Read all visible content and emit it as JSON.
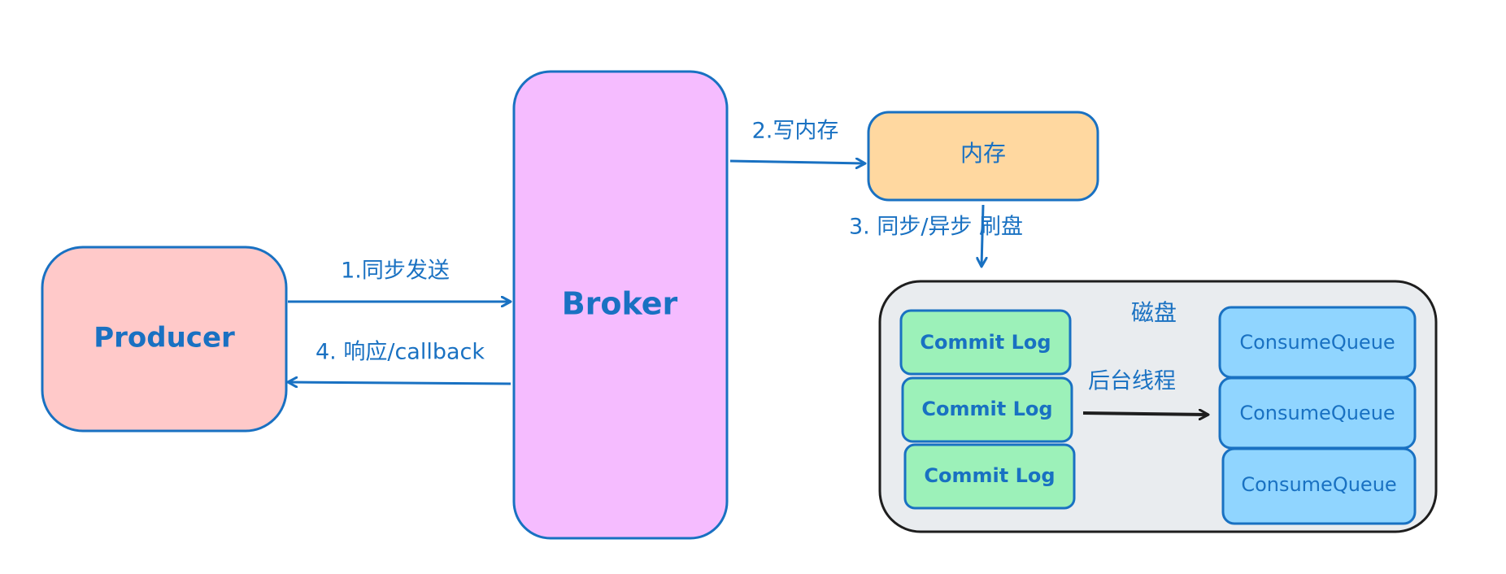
{
  "nodes": {
    "producer": "Producer",
    "broker": "Broker",
    "memory": "内存",
    "disk": "磁盘",
    "commit_logs": [
      "Commit Log",
      "Commit Log",
      "Commit Log"
    ],
    "consume_queues": [
      "ConsumeQueue",
      "ConsumeQueue",
      "ConsumeQueue"
    ]
  },
  "edges": {
    "sync_send": "1.同步发送",
    "write_memory": "2.写内存",
    "flush": "3. 同步/异步 刷盘",
    "response": "4. 响应/callback",
    "background_thread": "后台线程"
  },
  "colors": {
    "stroke": "#1971c2",
    "producer_fill": "#ffc9c9",
    "broker_fill": "#f5bcff",
    "memory_fill": "#ffd8a0",
    "disk_fill": "#e9ecef",
    "commit_log_fill": "#9cf1b9",
    "consume_queue_fill": "#90d5ff",
    "dark_stroke": "#1e1e1e"
  }
}
